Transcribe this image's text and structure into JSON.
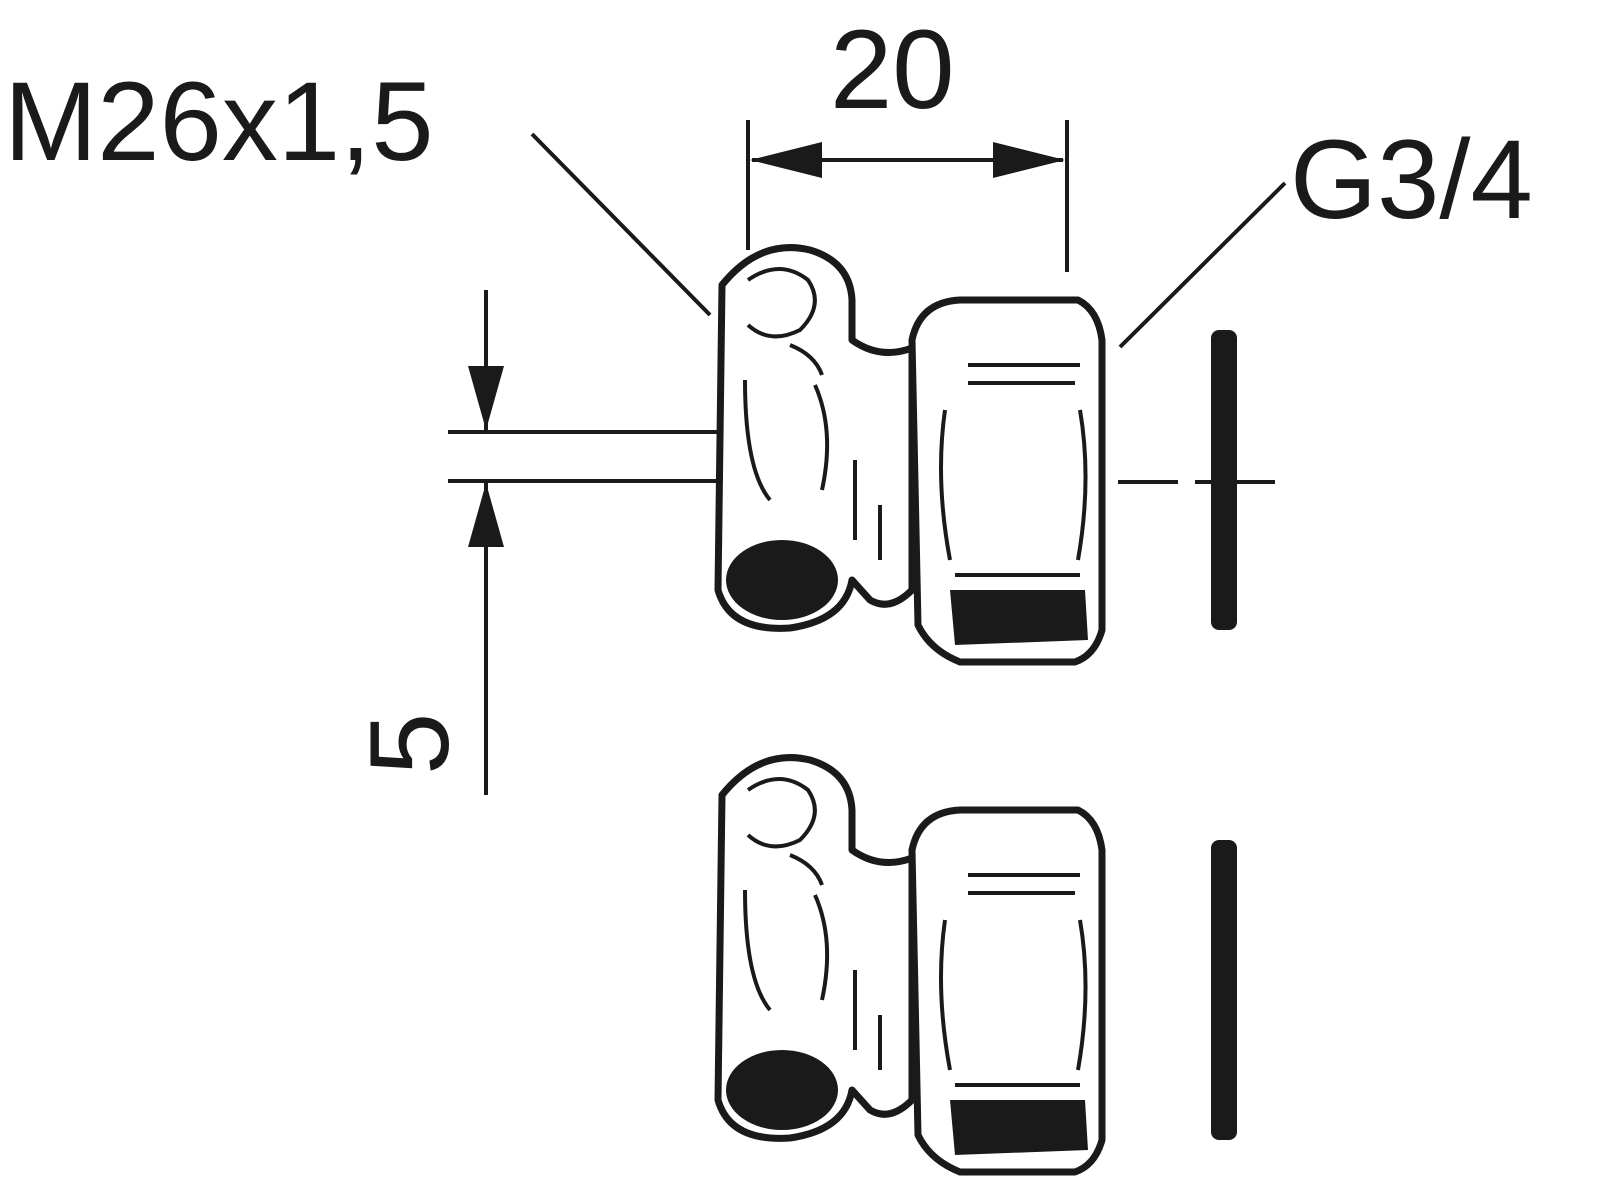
{
  "diagram": {
    "thread_label": "M26x1,5",
    "width_dimension": "20",
    "pipe_thread_label": "G3/4",
    "offset_dimension": "5",
    "colors": {
      "ink": "#1a1a1a",
      "background": "#ffffff"
    }
  }
}
